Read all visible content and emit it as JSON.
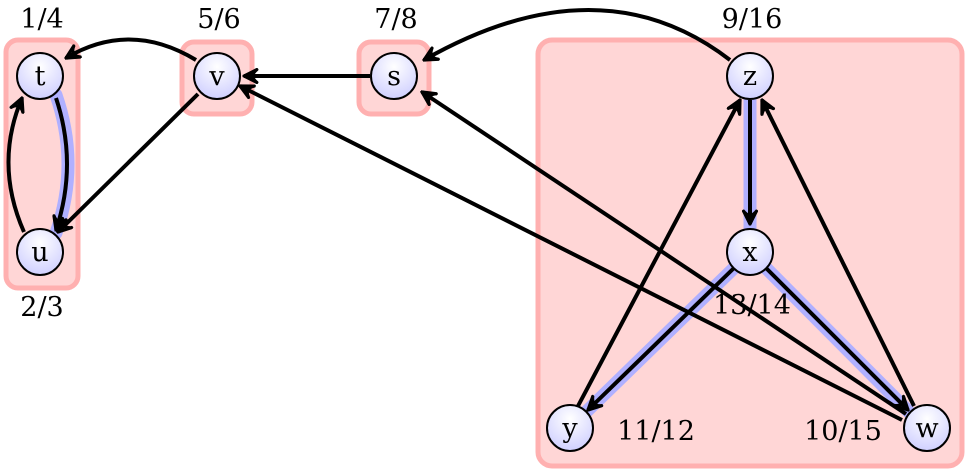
{
  "nodes": {
    "t": {
      "name": "t",
      "times": "1/4"
    },
    "u": {
      "name": "u",
      "times": "2/3"
    },
    "v": {
      "name": "v",
      "times": "5/6"
    },
    "s": {
      "name": "s",
      "times": "7/8"
    },
    "z": {
      "name": "z",
      "times": "9/16"
    },
    "x": {
      "name": "x",
      "times": "13/14"
    },
    "y": {
      "name": "y",
      "times": "11/12"
    },
    "w": {
      "name": "w",
      "times": "10/15"
    }
  },
  "colors": {
    "scc_fill": "#ffd6d6",
    "scc_border": "#ffb0b0",
    "tree_edge": "#b0b0ff",
    "node_fill": "#e6e6ff"
  }
}
